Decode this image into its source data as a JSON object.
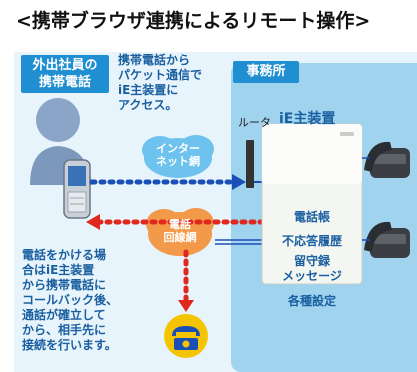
{
  "title": "<携帯ブラウザ連携によるリモート操作>",
  "labels": {
    "mobile_staff": "外出社員の\n携帯電話",
    "office": "事務所",
    "router": "ルータ",
    "main_unit": "iE主装置",
    "internet": "インター\nネット網",
    "phone_network": "電話\n回線網"
  },
  "notes": {
    "access": "携帯電話から\nパケット通信で\niE主装置に\nアクセス。",
    "callback": "電話をかける場\n合はiE主装置\nから携帯電話に\nコールバック後、\n通話が確立して\nから、相手先に\n接続を行います。"
  },
  "features": [
    "電話帳",
    "不応答履歴",
    "留守録\nメッセージ",
    "各種設定"
  ],
  "colors": {
    "badge": "#1f8fd2",
    "office_bg": "#9fd3ee",
    "panel_bg": "#e8f4fb",
    "blue_arrow": "#1a4fb8",
    "red_arrow": "#e0281e",
    "internet_cloud": "#6ec2ee",
    "phone_cloud": "#f39a4a",
    "ringing_phone": "#f5c400"
  }
}
